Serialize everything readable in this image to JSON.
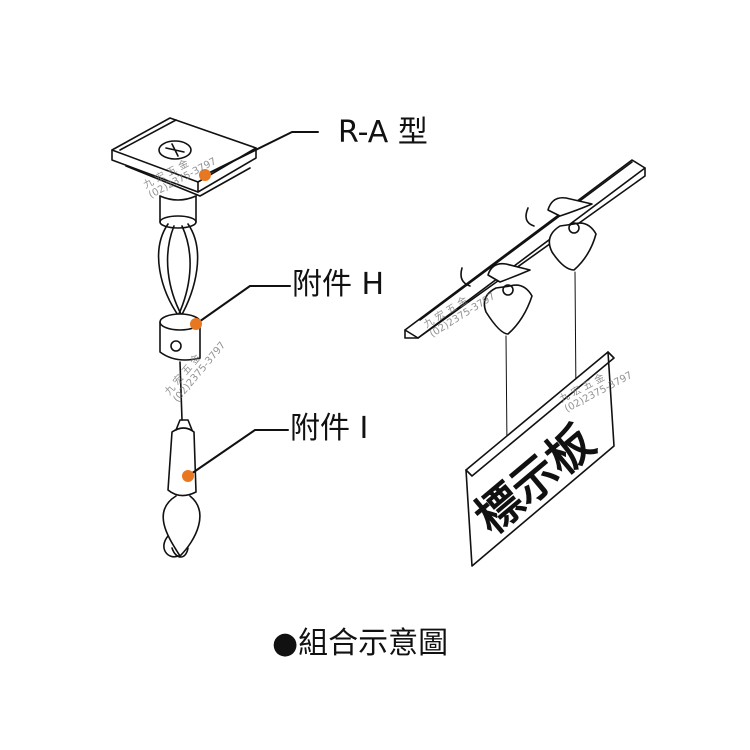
{
  "labels": {
    "ra_type": "R-A 型",
    "accessory_h": "附件 H",
    "accessory_i": "附件 I"
  },
  "sign_text": "標示板",
  "caption": "●組合示意圖",
  "watermark": {
    "name": "九 宏 五 金",
    "phone": "(02)2375-3797"
  },
  "colors": {
    "marker": "#e87722",
    "line": "#111111"
  }
}
